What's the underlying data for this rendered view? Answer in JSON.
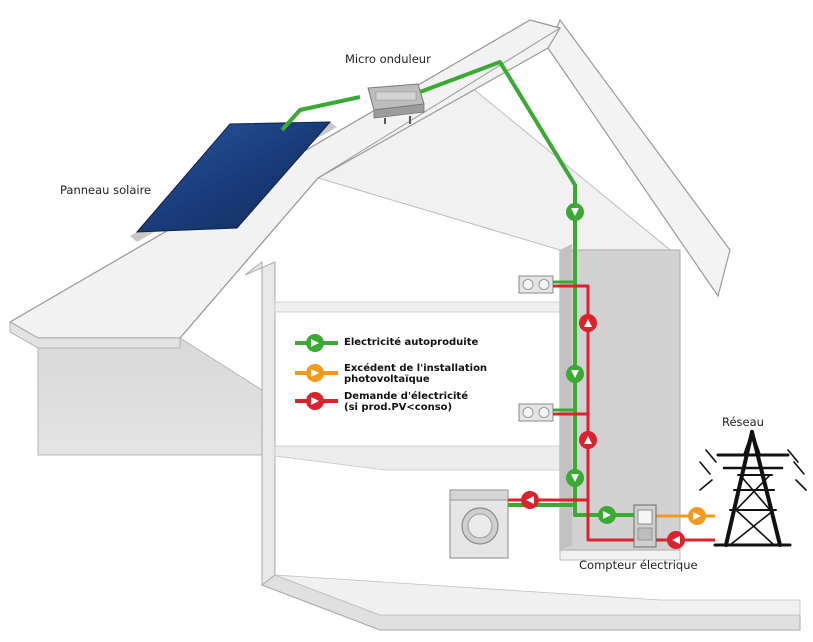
{
  "labels": {
    "micro_onduleur": "Micro onduleur",
    "panneau_solaire": "Panneau solaire",
    "reseau": "Réseau",
    "compteur": "Compteur électrique"
  },
  "legend": [
    {
      "lines": [
        "Electricité autoproduite"
      ],
      "color": "#3aaa35"
    },
    {
      "lines": [
        "Excédent de l'installation",
        "photovoltaïque"
      ],
      "color": "#f39a1e"
    },
    {
      "lines": [
        "Demande d'électricité",
        "(si prod.PV<conso)"
      ],
      "color": "#d9232d"
    }
  ],
  "colors": {
    "green": "#3aaa35",
    "orange": "#f39a1e",
    "red": "#d9232d",
    "wall": "#e3e3e3",
    "roof": "#eeeeee",
    "outline": "#9a9a9a",
    "panel": "#1e3f7a"
  },
  "icons": [
    "solar-panel-icon",
    "micro-inverter-icon",
    "washing-machine-icon",
    "power-outlet-icon",
    "electric-meter-icon",
    "pylon-icon"
  ]
}
